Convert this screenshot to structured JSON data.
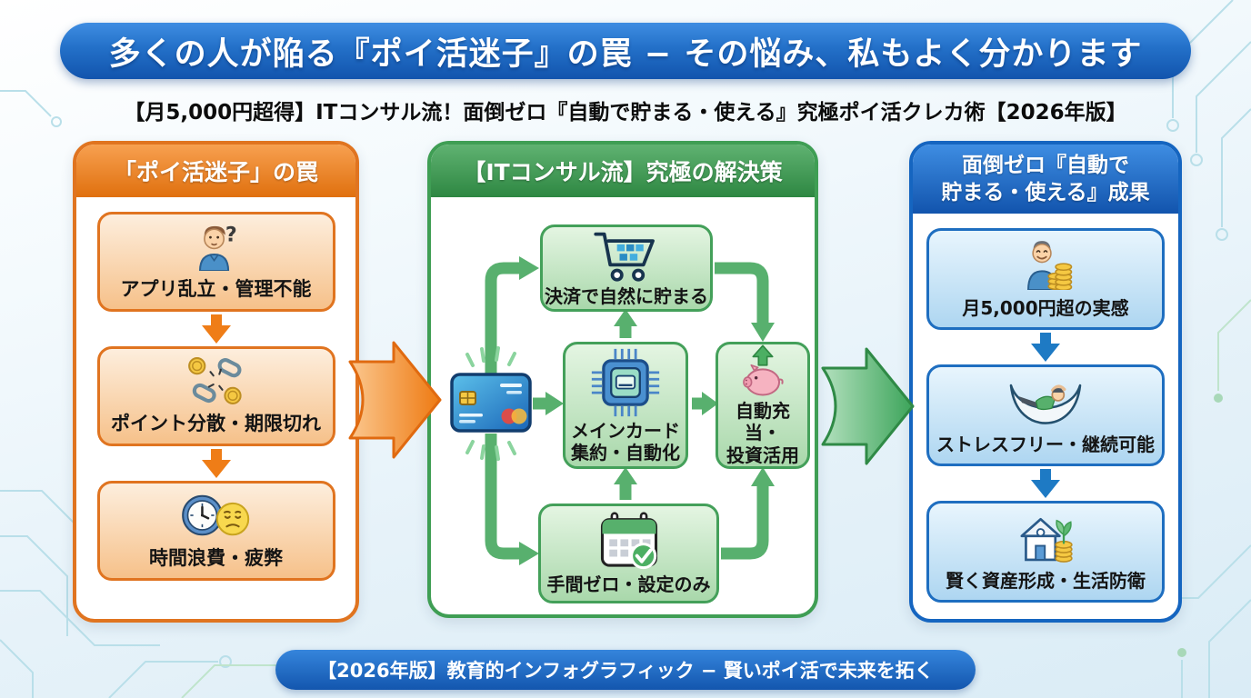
{
  "page": {
    "title": "多くの人が陥る『ポイ活迷子』の罠 − その悩み、私もよく分かります",
    "subtitle": "【月5,000円超得】ITコンサル流！面倒ゼロ『自動で貯まる・使える』究極ポイ活クレカ術【2026年版】",
    "footer": "【2026年版】教育的インフォグラフィック − 賢いポイ活で未来を拓く"
  },
  "problem_column": {
    "header": "「ポイ活迷子」の罠",
    "accent_color": "#e07420",
    "steps": [
      {
        "icon": "confused-person-icon",
        "label": "アプリ乱立・管理不能"
      },
      {
        "icon": "broken-chain-coins-icon",
        "label": "ポイント分散・期限切れ"
      },
      {
        "icon": "clock-tired-face-icon",
        "label": "時間浪費・疲弊"
      }
    ]
  },
  "solution_column": {
    "header": "【ITコンサル流】究極の解決策",
    "accent_color": "#3f9e54",
    "nodes": {
      "source": {
        "icon": "credit-card-icon"
      },
      "top": {
        "icon": "shopping-cart-icon",
        "label": "決済で自然に貯まる"
      },
      "center": {
        "icon": "chip-card-icon",
        "label": "メインカード\n集約・自動化"
      },
      "right": {
        "icon": "piggy-bank-icon",
        "label": "自動充当・\n投資活用"
      },
      "bottom": {
        "icon": "calendar-check-icon",
        "label": "手間ゼロ・設定のみ"
      }
    }
  },
  "result_column": {
    "header": "面倒ゼロ『自動で\n貯まる・使える』成果",
    "accent_color": "#1565c0",
    "steps": [
      {
        "icon": "person-coins-icon",
        "label": "月5,000円超の実感"
      },
      {
        "icon": "hammock-relax-icon",
        "label": "ストレスフリー・継続可能"
      },
      {
        "icon": "house-savings-icon",
        "label": "賢く資産形成・生活防衛"
      }
    ]
  },
  "colors": {
    "title_bar": "#1a5cb8",
    "orange_accent": "#e07420",
    "green_accent": "#3f9e54",
    "blue_accent": "#1565c0",
    "flow_arrow_green": "#58b06e"
  }
}
